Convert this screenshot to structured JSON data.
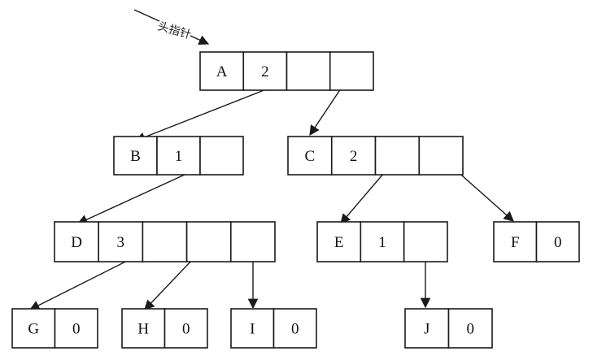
{
  "head_pointer": {
    "label": "头指针"
  },
  "nodes": [
    {
      "id": "A",
      "cells": [
        "A",
        "2",
        "",
        ""
      ]
    },
    {
      "id": "B",
      "cells": [
        "B",
        "1",
        ""
      ]
    },
    {
      "id": "C",
      "cells": [
        "C",
        "2",
        "",
        ""
      ]
    },
    {
      "id": "D",
      "cells": [
        "D",
        "3",
        "",
        "",
        ""
      ]
    },
    {
      "id": "E",
      "cells": [
        "E",
        "1",
        ""
      ]
    },
    {
      "id": "F",
      "cells": [
        "F",
        "0"
      ]
    },
    {
      "id": "G",
      "cells": [
        "G",
        "0"
      ]
    },
    {
      "id": "H",
      "cells": [
        "H",
        "0"
      ]
    },
    {
      "id": "I",
      "cells": [
        "I",
        "0"
      ]
    },
    {
      "id": "J",
      "cells": [
        "J",
        "0"
      ]
    }
  ],
  "edges": [
    {
      "from": "A",
      "to": "B"
    },
    {
      "from": "A",
      "to": "C"
    },
    {
      "from": "B",
      "to": "D"
    },
    {
      "from": "C",
      "to": "E"
    },
    {
      "from": "C",
      "to": "F"
    },
    {
      "from": "D",
      "to": "G"
    },
    {
      "from": "D",
      "to": "H"
    },
    {
      "from": "D",
      "to": "I"
    },
    {
      "from": "E",
      "to": "J"
    }
  ]
}
